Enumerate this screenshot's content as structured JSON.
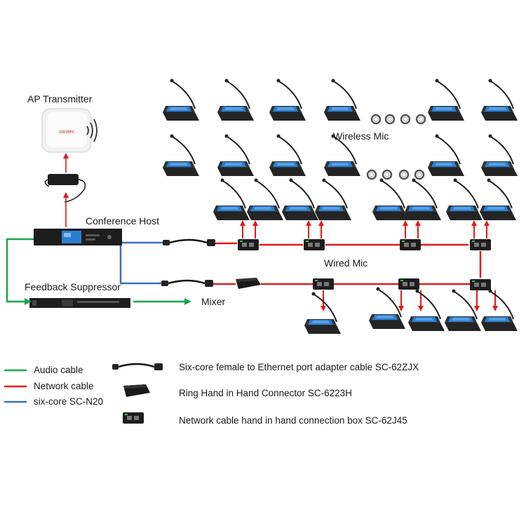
{
  "labels": {
    "ap_transmitter": "AP Transmitter",
    "ap_brand": "sonitec",
    "conference_host": "Conference Host",
    "feedback_suppressor": "Feedback Suppressor",
    "mixer": "Mixer",
    "wireless_mic": "Wireless Mic",
    "wired_mic": "Wired Mic"
  },
  "legend": {
    "audio_cable": "Audio cable",
    "network_cable": "Network cable",
    "six_core": "six-core SC-N20",
    "adapter_cable": "Six-core female to Ethernet port adapter cable SC-62ZJX",
    "ring_connector": "Ring Hand in Hand Connector SC-6223H",
    "connection_box": "Network cable hand in hand connection box SC-62J45"
  },
  "colors": {
    "audio": "#1aa64a",
    "network": "#e01b1b",
    "six_core": "#3c6fc4",
    "device_dark": "#1c1c1c",
    "screen": "#2a7fd0"
  }
}
